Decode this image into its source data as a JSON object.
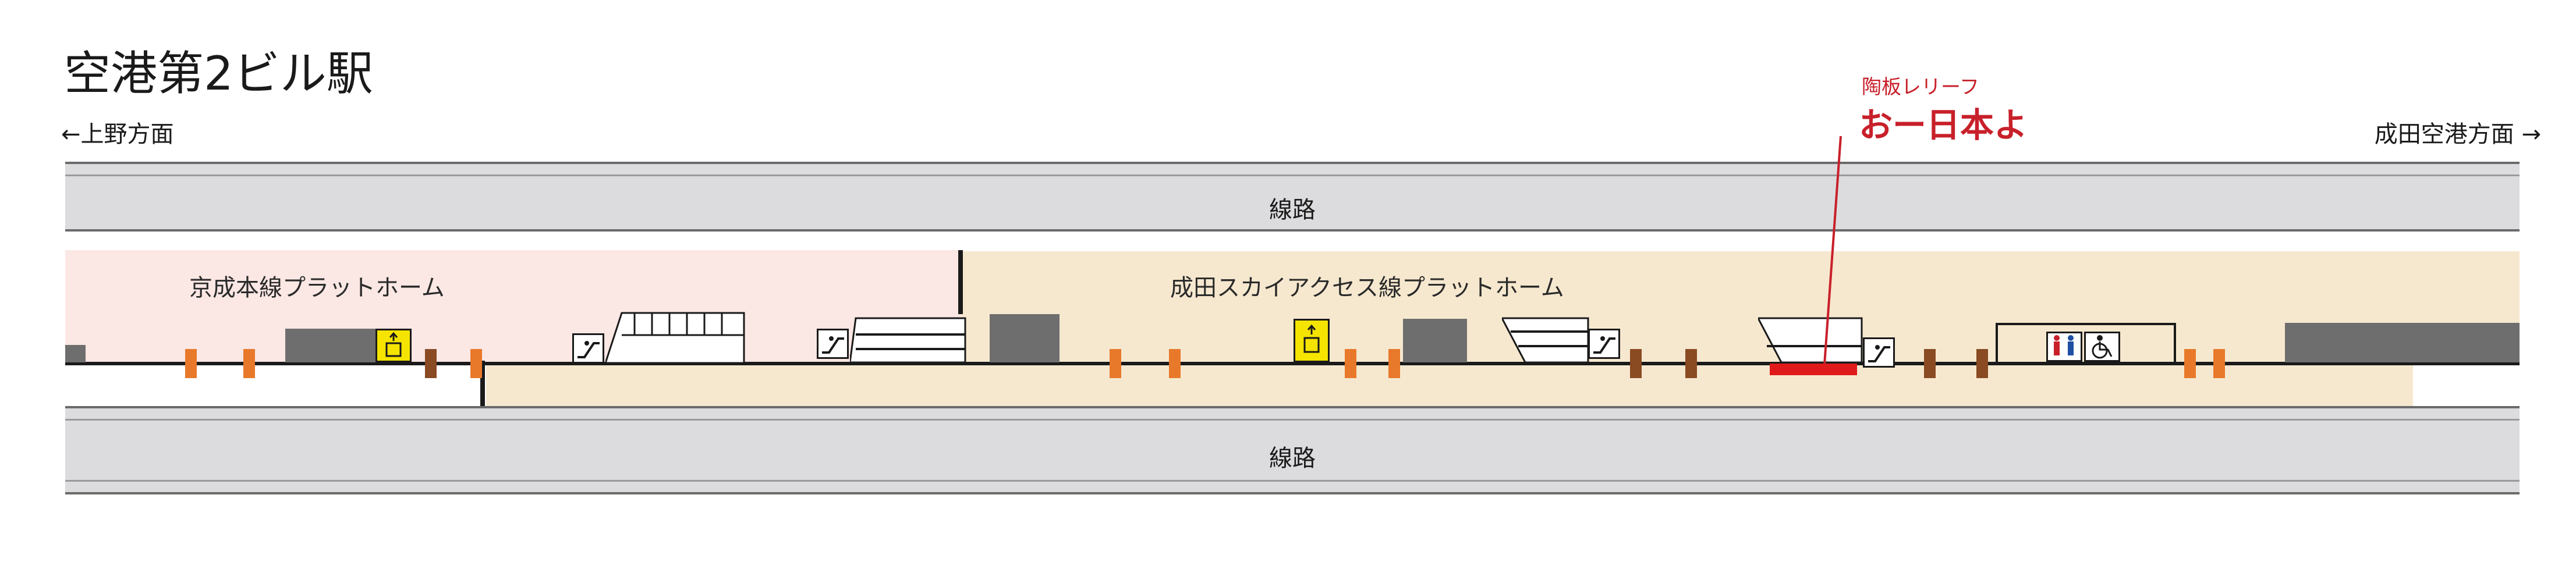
{
  "station": {
    "title": "空港第2ビル駅"
  },
  "directions": {
    "left": "←上野方面",
    "right": "成田空港方面 →"
  },
  "tracks": {
    "top_label": "線路",
    "bottom_label": "線路"
  },
  "platforms": {
    "keisei": "京成本線プラットホーム",
    "skyaccess": "成田スカイアクセス線プラットホーム"
  },
  "annotation": {
    "small": "陶板レリーフ",
    "big": "おー日本よ"
  },
  "icons": {
    "elevator": "elevator-icon",
    "escalator": "escalator-icon",
    "toilet": "toilet-icon",
    "wheelchair": "wheelchair-icon"
  },
  "colors": {
    "keisei_platform": "#fbe7e4",
    "skyaccess_platform": "#f6e8cf",
    "track": "#dcdcdf",
    "relief_marker": "#e01a1a",
    "door_orange": "#e8792a",
    "door_brown": "#8a4a22",
    "elevator_yellow": "#f4e400"
  }
}
